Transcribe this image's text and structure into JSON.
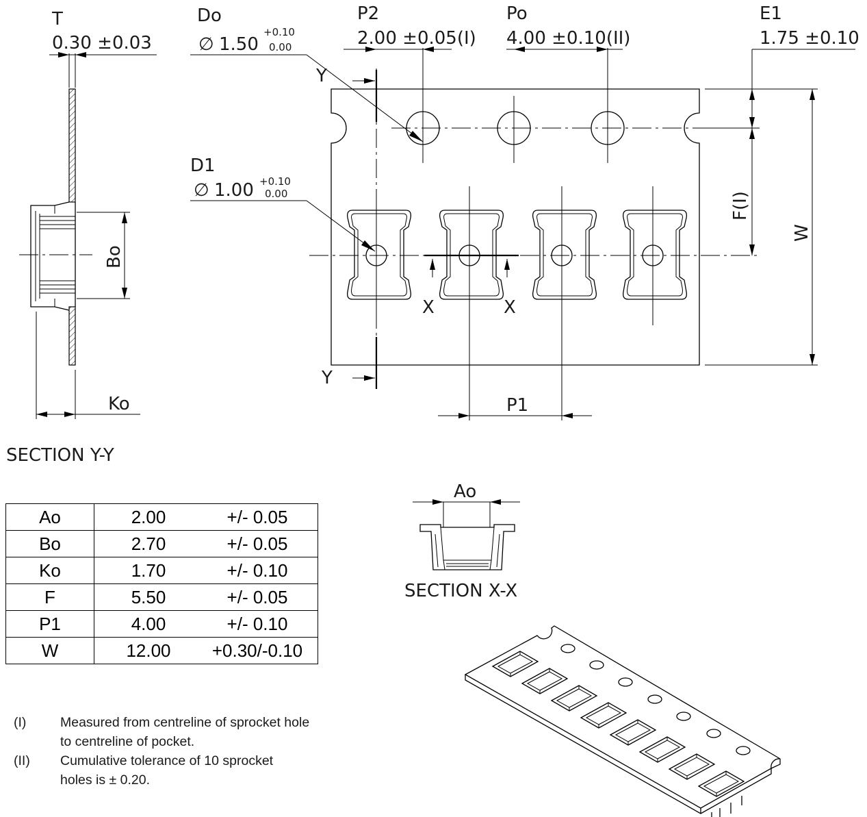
{
  "labels": {
    "t": "T",
    "t_value": "0.30 ±0.03",
    "do": "Do",
    "do_value": "1.50",
    "do_tol_plus": "+0.10",
    "do_tol_minus": "0.00",
    "d1": "D1",
    "d1_value": "1.00",
    "d1_tol_plus": "+0.10",
    "d1_tol_minus": "0.00",
    "diameter_symbol": "∅",
    "p2": "P2",
    "p2_value": "2.00 ±0.05(I)",
    "po": "Po",
    "po_value": "4.00 ±0.10(II)",
    "e1": "E1",
    "e1_value": "1.75 ±0.10",
    "f": "F(I)",
    "w": "W",
    "bo": "Bo",
    "ko": "Ko",
    "ao": "Ao",
    "p1": "P1",
    "y": "Y",
    "x": "X",
    "section_yy": "SECTION Y-Y",
    "section_xx": "SECTION X-X"
  },
  "spec_table": [
    {
      "param": "Ao",
      "nominal": "2.00",
      "tolerance": "+/- 0.05"
    },
    {
      "param": "Bo",
      "nominal": "2.70",
      "tolerance": "+/- 0.05"
    },
    {
      "param": "Ko",
      "nominal": "1.70",
      "tolerance": "+/- 0.10"
    },
    {
      "param": "F",
      "nominal": "5.50",
      "tolerance": "+/- 0.05"
    },
    {
      "param": "P1",
      "nominal": "4.00",
      "tolerance": "+/- 0.10"
    },
    {
      "param": "W",
      "nominal": "12.00",
      "tolerance": "+0.30/-0.10"
    }
  ],
  "notes": [
    {
      "mark": "(I)",
      "lines": [
        "Measured from centreline of sprocket hole",
        "to centreline of pocket."
      ]
    },
    {
      "mark": "(II)",
      "lines": [
        "Cumulative tolerance of 10 sprocket",
        "holes is ± 0.20."
      ]
    }
  ]
}
